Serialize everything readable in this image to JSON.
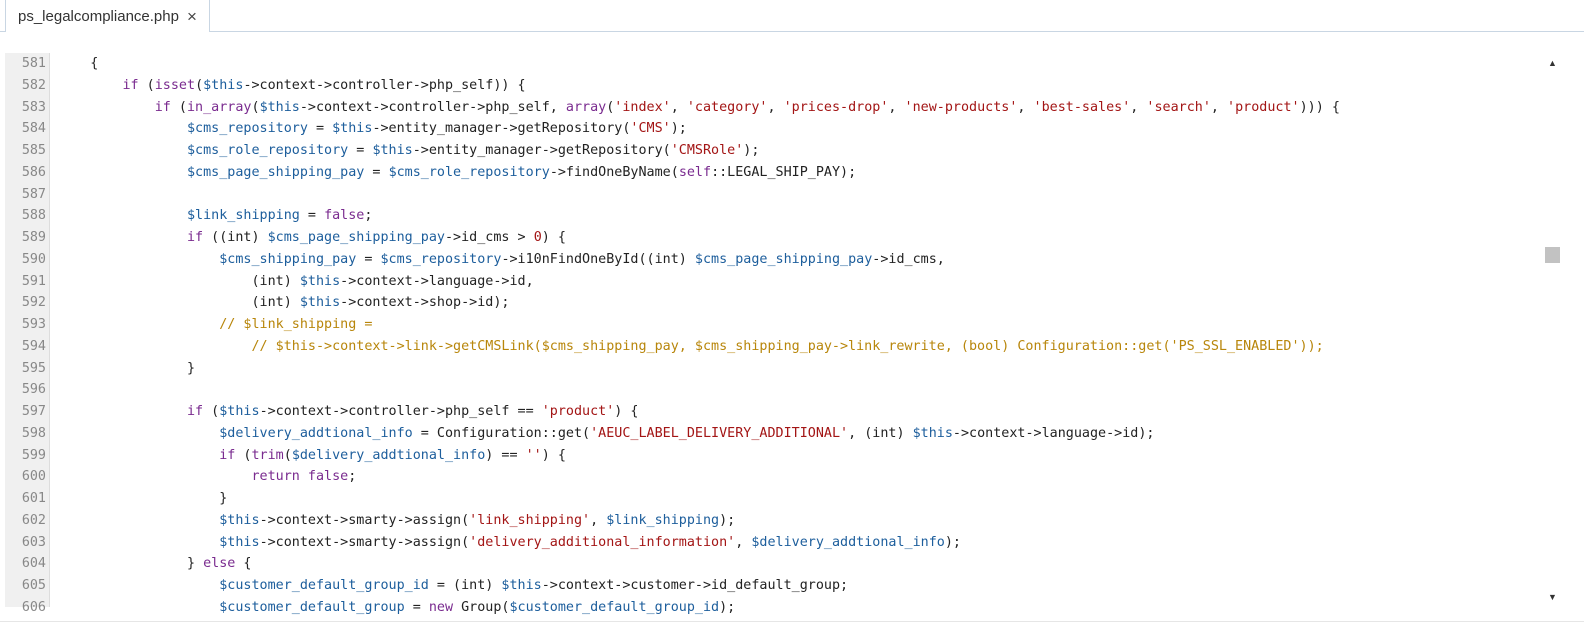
{
  "tab": {
    "title": "ps_legalcompliance.php",
    "close_glyph": "×"
  },
  "editor": {
    "lines": [
      {
        "n": "581",
        "tokens": [
          [
            "p",
            "    {"
          ]
        ]
      },
      {
        "n": "582",
        "tokens": [
          [
            "p",
            "        "
          ],
          [
            "kw",
            "if"
          ],
          [
            "p",
            " ("
          ],
          [
            "kw",
            "isset"
          ],
          [
            "p",
            "("
          ],
          [
            "var",
            "$this"
          ],
          [
            "p",
            "->context->controller->php_self)) {"
          ]
        ]
      },
      {
        "n": "583",
        "tokens": [
          [
            "p",
            "            "
          ],
          [
            "kw",
            "if"
          ],
          [
            "p",
            " ("
          ],
          [
            "kw",
            "in_array"
          ],
          [
            "p",
            "("
          ],
          [
            "var",
            "$this"
          ],
          [
            "p",
            "->context->controller->php_self, "
          ],
          [
            "kw",
            "array"
          ],
          [
            "p",
            "("
          ],
          [
            "str",
            "'index'"
          ],
          [
            "p",
            ", "
          ],
          [
            "str",
            "'category'"
          ],
          [
            "p",
            ", "
          ],
          [
            "str",
            "'prices-drop'"
          ],
          [
            "p",
            ", "
          ],
          [
            "str",
            "'new-products'"
          ],
          [
            "p",
            ", "
          ],
          [
            "str",
            "'best-sales'"
          ],
          [
            "p",
            ", "
          ],
          [
            "str",
            "'search'"
          ],
          [
            "p",
            ", "
          ],
          [
            "str",
            "'product'"
          ],
          [
            "p",
            "))) {"
          ]
        ]
      },
      {
        "n": "584",
        "tokens": [
          [
            "p",
            "                "
          ],
          [
            "var",
            "$cms_repository"
          ],
          [
            "p",
            " = "
          ],
          [
            "var",
            "$this"
          ],
          [
            "p",
            "->entity_manager->getRepository("
          ],
          [
            "str",
            "'CMS'"
          ],
          [
            "p",
            ");"
          ]
        ]
      },
      {
        "n": "585",
        "tokens": [
          [
            "p",
            "                "
          ],
          [
            "var",
            "$cms_role_repository"
          ],
          [
            "p",
            " = "
          ],
          [
            "var",
            "$this"
          ],
          [
            "p",
            "->entity_manager->getRepository("
          ],
          [
            "str",
            "'CMSRole'"
          ],
          [
            "p",
            ");"
          ]
        ]
      },
      {
        "n": "586",
        "tokens": [
          [
            "p",
            "                "
          ],
          [
            "var",
            "$cms_page_shipping_pay"
          ],
          [
            "p",
            " = "
          ],
          [
            "var",
            "$cms_role_repository"
          ],
          [
            "p",
            "->findOneByName("
          ],
          [
            "kw",
            "self"
          ],
          [
            "p",
            "::LEGAL_SHIP_PAY);"
          ]
        ]
      },
      {
        "n": "587",
        "tokens": [
          [
            "p",
            ""
          ]
        ]
      },
      {
        "n": "588",
        "tokens": [
          [
            "p",
            "                "
          ],
          [
            "var",
            "$link_shipping"
          ],
          [
            "p",
            " = "
          ],
          [
            "kw",
            "false"
          ],
          [
            "p",
            ";"
          ]
        ]
      },
      {
        "n": "589",
        "tokens": [
          [
            "p",
            "                "
          ],
          [
            "kw",
            "if"
          ],
          [
            "p",
            " ((int) "
          ],
          [
            "var",
            "$cms_page_shipping_pay"
          ],
          [
            "p",
            "->id_cms > "
          ],
          [
            "str",
            "0"
          ],
          [
            "p",
            ") {"
          ]
        ]
      },
      {
        "n": "590",
        "tokens": [
          [
            "p",
            "                    "
          ],
          [
            "var",
            "$cms_shipping_pay"
          ],
          [
            "p",
            " = "
          ],
          [
            "var",
            "$cms_repository"
          ],
          [
            "p",
            "->i10nFindOneById((int) "
          ],
          [
            "var",
            "$cms_page_shipping_pay"
          ],
          [
            "p",
            "->id_cms,"
          ]
        ]
      },
      {
        "n": "591",
        "tokens": [
          [
            "p",
            "                        (int) "
          ],
          [
            "var",
            "$this"
          ],
          [
            "p",
            "->context->language->id,"
          ]
        ]
      },
      {
        "n": "592",
        "tokens": [
          [
            "p",
            "                        (int) "
          ],
          [
            "var",
            "$this"
          ],
          [
            "p",
            "->context->shop->id);"
          ]
        ]
      },
      {
        "n": "593",
        "tokens": [
          [
            "p",
            "                    "
          ],
          [
            "cm",
            "// $link_shipping ="
          ]
        ]
      },
      {
        "n": "594",
        "tokens": [
          [
            "p",
            "                        "
          ],
          [
            "cm",
            "// $this->context->link->getCMSLink($cms_shipping_pay, $cms_shipping_pay->link_rewrite, (bool) Configuration::get('PS_SSL_ENABLED'));"
          ]
        ]
      },
      {
        "n": "595",
        "tokens": [
          [
            "p",
            "                }"
          ]
        ]
      },
      {
        "n": "596",
        "tokens": [
          [
            "p",
            ""
          ]
        ]
      },
      {
        "n": "597",
        "tokens": [
          [
            "p",
            "                "
          ],
          [
            "kw",
            "if"
          ],
          [
            "p",
            " ("
          ],
          [
            "var",
            "$this"
          ],
          [
            "p",
            "->context->controller->php_self == "
          ],
          [
            "str",
            "'product'"
          ],
          [
            "p",
            ") {"
          ]
        ]
      },
      {
        "n": "598",
        "tokens": [
          [
            "p",
            "                    "
          ],
          [
            "var",
            "$delivery_addtional_info"
          ],
          [
            "p",
            " = Configuration::get("
          ],
          [
            "str",
            "'AEUC_LABEL_DELIVERY_ADDITIONAL'"
          ],
          [
            "p",
            ", (int) "
          ],
          [
            "var",
            "$this"
          ],
          [
            "p",
            "->context->language->id);"
          ]
        ]
      },
      {
        "n": "599",
        "tokens": [
          [
            "p",
            "                    "
          ],
          [
            "kw",
            "if"
          ],
          [
            "p",
            " ("
          ],
          [
            "kw",
            "trim"
          ],
          [
            "p",
            "("
          ],
          [
            "var",
            "$delivery_addtional_info"
          ],
          [
            "p",
            ") == "
          ],
          [
            "str",
            "''"
          ],
          [
            "p",
            ") {"
          ]
        ]
      },
      {
        "n": "600",
        "tokens": [
          [
            "p",
            "                        "
          ],
          [
            "kw",
            "return"
          ],
          [
            "p",
            " "
          ],
          [
            "kw",
            "false"
          ],
          [
            "p",
            ";"
          ]
        ]
      },
      {
        "n": "601",
        "tokens": [
          [
            "p",
            "                    }"
          ]
        ]
      },
      {
        "n": "602",
        "tokens": [
          [
            "p",
            "                    "
          ],
          [
            "var",
            "$this"
          ],
          [
            "p",
            "->context->smarty->assign("
          ],
          [
            "str",
            "'link_shipping'"
          ],
          [
            "p",
            ", "
          ],
          [
            "var",
            "$link_shipping"
          ],
          [
            "p",
            ");"
          ]
        ]
      },
      {
        "n": "603",
        "tokens": [
          [
            "p",
            "                    "
          ],
          [
            "var",
            "$this"
          ],
          [
            "p",
            "->context->smarty->assign("
          ],
          [
            "str",
            "'delivery_additional_information'"
          ],
          [
            "p",
            ", "
          ],
          [
            "var",
            "$delivery_addtional_info"
          ],
          [
            "p",
            ");"
          ]
        ]
      },
      {
        "n": "604",
        "tokens": [
          [
            "p",
            "                } "
          ],
          [
            "kw",
            "else"
          ],
          [
            "p",
            " {"
          ]
        ]
      },
      {
        "n": "605",
        "tokens": [
          [
            "p",
            "                    "
          ],
          [
            "var",
            "$customer_default_group_id"
          ],
          [
            "p",
            " = (int) "
          ],
          [
            "var",
            "$this"
          ],
          [
            "p",
            "->context->customer->id_default_group;"
          ]
        ]
      },
      {
        "n": "606",
        "tokens": [
          [
            "p",
            "                    "
          ],
          [
            "var",
            "$customer_default_group"
          ],
          [
            "p",
            " = "
          ],
          [
            "kw",
            "new"
          ],
          [
            "p",
            " Group("
          ],
          [
            "var",
            "$customer_default_group_id"
          ],
          [
            "p",
            ");"
          ]
        ]
      }
    ]
  },
  "scrollbar": {
    "up_glyph": "▲",
    "down_glyph": "▼",
    "position_fraction": 0.35
  },
  "colors": {
    "variable": "#1d5e9c",
    "string": "#a31515",
    "keyword": "#7a2b8f",
    "comment": "#b8860b"
  }
}
